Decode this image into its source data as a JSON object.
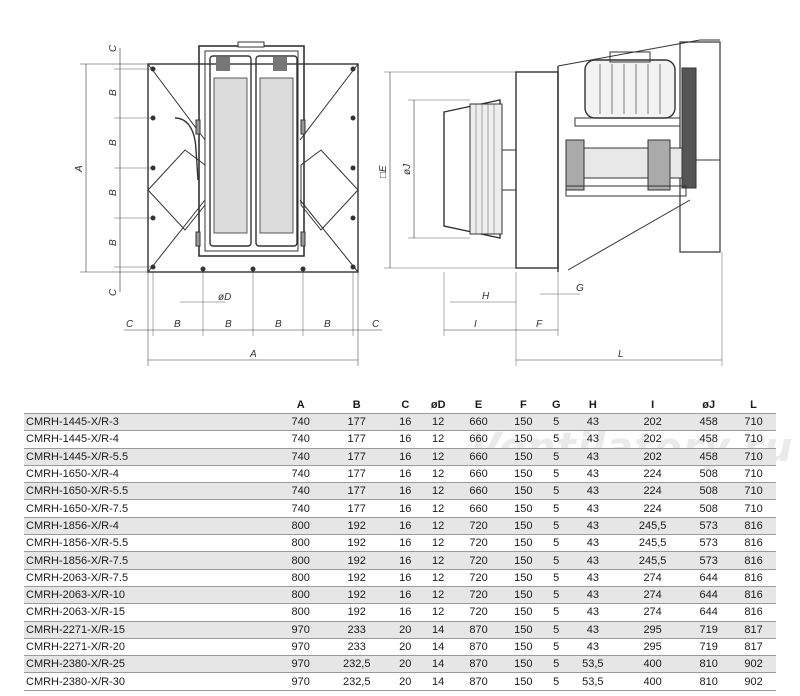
{
  "drawing": {
    "front_labels": {
      "C": "C",
      "B": "B",
      "A": "A",
      "D": "øD"
    },
    "side_labels": {
      "E": "□E",
      "J": "øJ",
      "H": "H",
      "G": "G",
      "I": "I",
      "F": "F",
      "L": "L"
    }
  },
  "watermark": "Ventilatory.ru",
  "table": {
    "headers": [
      "",
      "A",
      "B",
      "C",
      "øD",
      "E",
      "F",
      "G",
      "H",
      "I",
      "øJ",
      "L"
    ],
    "rows": [
      [
        "CMRH-1445-X/R-3",
        "740",
        "177",
        "16",
        "12",
        "660",
        "150",
        "5",
        "43",
        "202",
        "458",
        "710"
      ],
      [
        "CMRH-1445-X/R-4",
        "740",
        "177",
        "16",
        "12",
        "660",
        "150",
        "5",
        "43",
        "202",
        "458",
        "710"
      ],
      [
        "CMRH-1445-X/R-5.5",
        "740",
        "177",
        "16",
        "12",
        "660",
        "150",
        "5",
        "43",
        "202",
        "458",
        "710"
      ],
      [
        "CMRH-1650-X/R-4",
        "740",
        "177",
        "16",
        "12",
        "660",
        "150",
        "5",
        "43",
        "224",
        "508",
        "710"
      ],
      [
        "CMRH-1650-X/R-5.5",
        "740",
        "177",
        "16",
        "12",
        "660",
        "150",
        "5",
        "43",
        "224",
        "508",
        "710"
      ],
      [
        "CMRH-1650-X/R-7.5",
        "740",
        "177",
        "16",
        "12",
        "660",
        "150",
        "5",
        "43",
        "224",
        "508",
        "710"
      ],
      [
        "CMRH-1856-X/R-4",
        "800",
        "192",
        "16",
        "12",
        "720",
        "150",
        "5",
        "43",
        "245,5",
        "573",
        "816"
      ],
      [
        "CMRH-1856-X/R-5.5",
        "800",
        "192",
        "16",
        "12",
        "720",
        "150",
        "5",
        "43",
        "245,5",
        "573",
        "816"
      ],
      [
        "CMRH-1856-X/R-7.5",
        "800",
        "192",
        "16",
        "12",
        "720",
        "150",
        "5",
        "43",
        "245,5",
        "573",
        "816"
      ],
      [
        "CMRH-2063-X/R-7.5",
        "800",
        "192",
        "16",
        "12",
        "720",
        "150",
        "5",
        "43",
        "274",
        "644",
        "816"
      ],
      [
        "CMRH-2063-X/R-10",
        "800",
        "192",
        "16",
        "12",
        "720",
        "150",
        "5",
        "43",
        "274",
        "644",
        "816"
      ],
      [
        "CMRH-2063-X/R-15",
        "800",
        "192",
        "16",
        "12",
        "720",
        "150",
        "5",
        "43",
        "274",
        "644",
        "816"
      ],
      [
        "CMRH-2271-X/R-15",
        "970",
        "233",
        "20",
        "14",
        "870",
        "150",
        "5",
        "43",
        "295",
        "719",
        "817"
      ],
      [
        "CMRH-2271-X/R-20",
        "970",
        "233",
        "20",
        "14",
        "870",
        "150",
        "5",
        "43",
        "295",
        "719",
        "817"
      ],
      [
        "CMRH-2380-X/R-25",
        "970",
        "232,5",
        "20",
        "14",
        "870",
        "150",
        "5",
        "53,5",
        "400",
        "810",
        "902"
      ],
      [
        "CMRH-2380-X/R-30",
        "970",
        "232,5",
        "20",
        "14",
        "870",
        "150",
        "5",
        "53,5",
        "400",
        "810",
        "902"
      ]
    ]
  }
}
